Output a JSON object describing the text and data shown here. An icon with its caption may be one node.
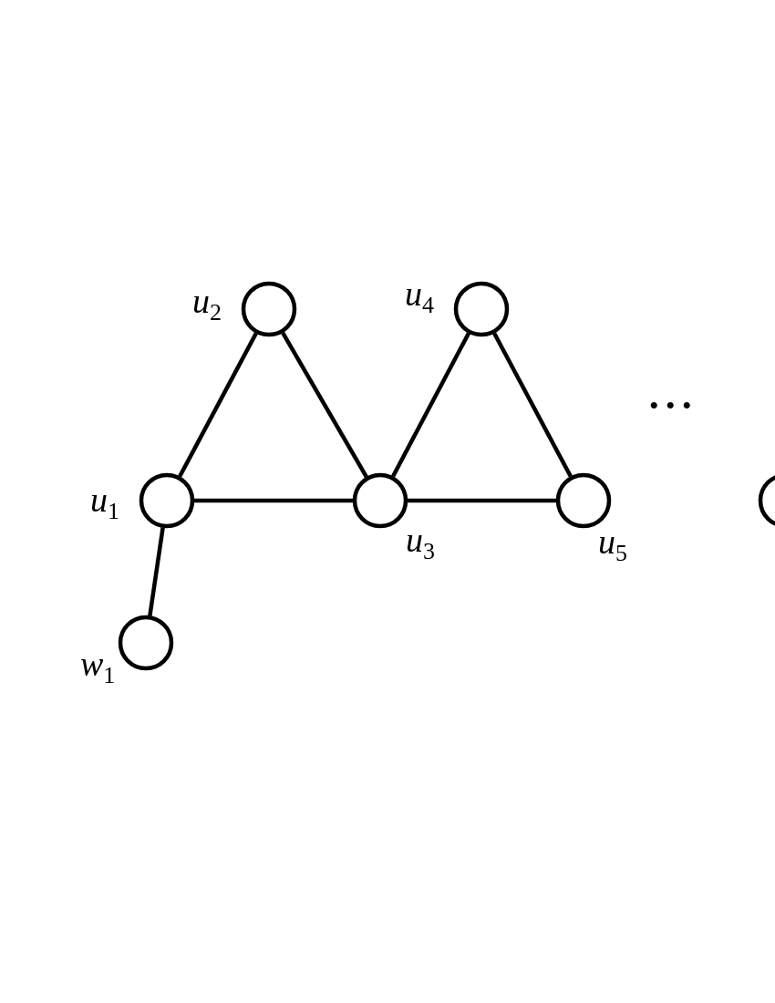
{
  "diagram": {
    "nodes": [
      {
        "text": [
          "*u*$_{1}$"
        ]
      },
      {
        "text": [
          "*u*$_{2}$"
        ]
      },
      {
        "text": [
          "*u*$_{3}$"
        ]
      },
      {
        "text": [
          "*u*$_{4}$"
        ]
      },
      {
        "text": [
          "*u*$_{5}$"
        ]
      },
      {
        "text": [
          "*w*$_{1}$"
        ]
      },
      {
        "text": [],
        "shape": "circle"
      }
    ],
    "edges": [
      {
        "from": 0,
        "to": 1,
        "arrow": "none"
      },
      {
        "from": 1,
        "to": 2,
        "arrow": "none"
      },
      {
        "from": 0,
        "to": 2,
        "arrow": "none"
      },
      {
        "from": 2,
        "to": 3,
        "arrow": "none"
      },
      {
        "from": 3,
        "to": 4,
        "arrow": "none"
      },
      {
        "from": 2,
        "to": 4,
        "arrow": "none"
      },
      {
        "from": 0,
        "to": 5,
        "arrow": "none"
      }
    ],
    "labels": [
      "• • •"
    ]
  }
}
